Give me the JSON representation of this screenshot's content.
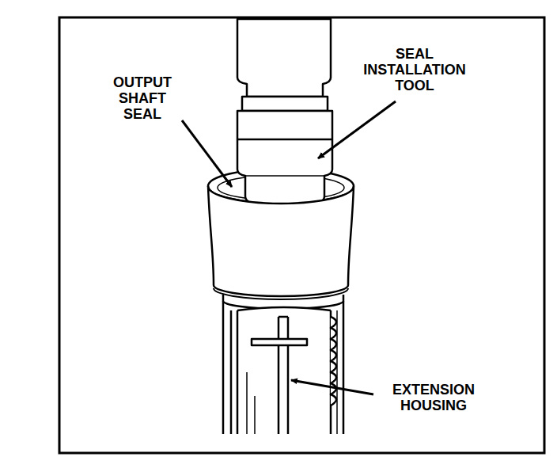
{
  "diagram": {
    "labels": [
      "OUTPUT SHAFT SEAL",
      "SEAL INSTALLATION TOOL",
      "EXTENSION HOUSING"
    ]
  }
}
